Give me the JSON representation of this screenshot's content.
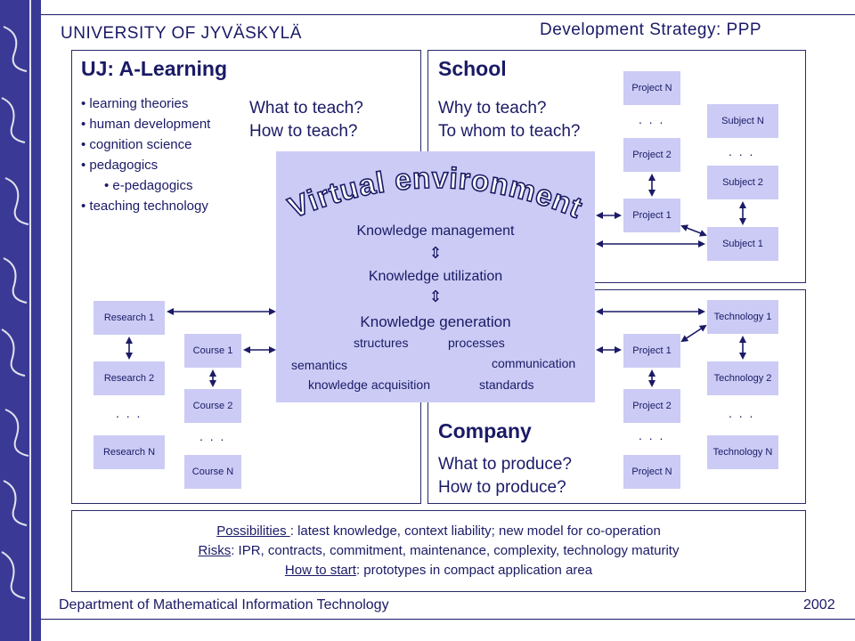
{
  "header": {
    "university": "UNIVERSITY OF JYVÄSKYLÄ",
    "strategy": "Development Strategy: PPP"
  },
  "uj_panel": {
    "title": "UJ: A-Learning",
    "bullets": [
      "learning theories",
      "human development",
      "cognition science",
      "pedagogics"
    ],
    "sub_bullet": "e-pedagogics",
    "last_bullet": "teaching technology",
    "question1": "What to teach?",
    "question2": "How to teach?",
    "research": [
      "Research  1",
      "Research 2",
      "Research N"
    ],
    "courses": [
      "Course 1",
      "Course 2",
      "Course N"
    ],
    "dots": ". . ."
  },
  "school_panel": {
    "title": "School",
    "question1": "Why to teach?",
    "question2": "To whom to teach?",
    "projects": [
      "Project N",
      "Project 2",
      "Project 1"
    ],
    "subjects": [
      "Subject N",
      "Subject 2",
      "Subject 1"
    ],
    "dots": ". . ."
  },
  "company_panel": {
    "title": "Company",
    "question1": "What to produce?",
    "question2": "How to produce?",
    "projects": [
      "Project 1",
      "Project 2",
      "Project N"
    ],
    "technologies": [
      "Technology 1",
      "Technology 2",
      "Technology N"
    ],
    "dots": ". . ."
  },
  "virtual": {
    "title": "Virtual environment",
    "line1": "Knowledge management",
    "line2": "Knowledge utilization",
    "line3": "Knowledge generation",
    "arrow": "⇕",
    "keywords": {
      "structures": "structures",
      "processes": "processes",
      "semantics": "semantics",
      "communication": "communication",
      "acquisition": "knowledge acquisition",
      "standards": "standards"
    }
  },
  "footer_box": {
    "possibilities_label": "Possibilities ",
    "possibilities_text": ": latest knowledge, context liability; new model for co-operation",
    "risks_label": "Risks",
    "risks_text": ": IPR, contracts, commitment, maintenance, complexity, technology maturity",
    "start_label": "How to start",
    "start_text": ": prototypes in compact application area"
  },
  "footer": {
    "department": "Department of Mathematical Information Technology",
    "year": "2002"
  },
  "colors": {
    "sidebar": "#3a3a96",
    "box_fill": "#cbcbf5",
    "text": "#1a1a66"
  }
}
